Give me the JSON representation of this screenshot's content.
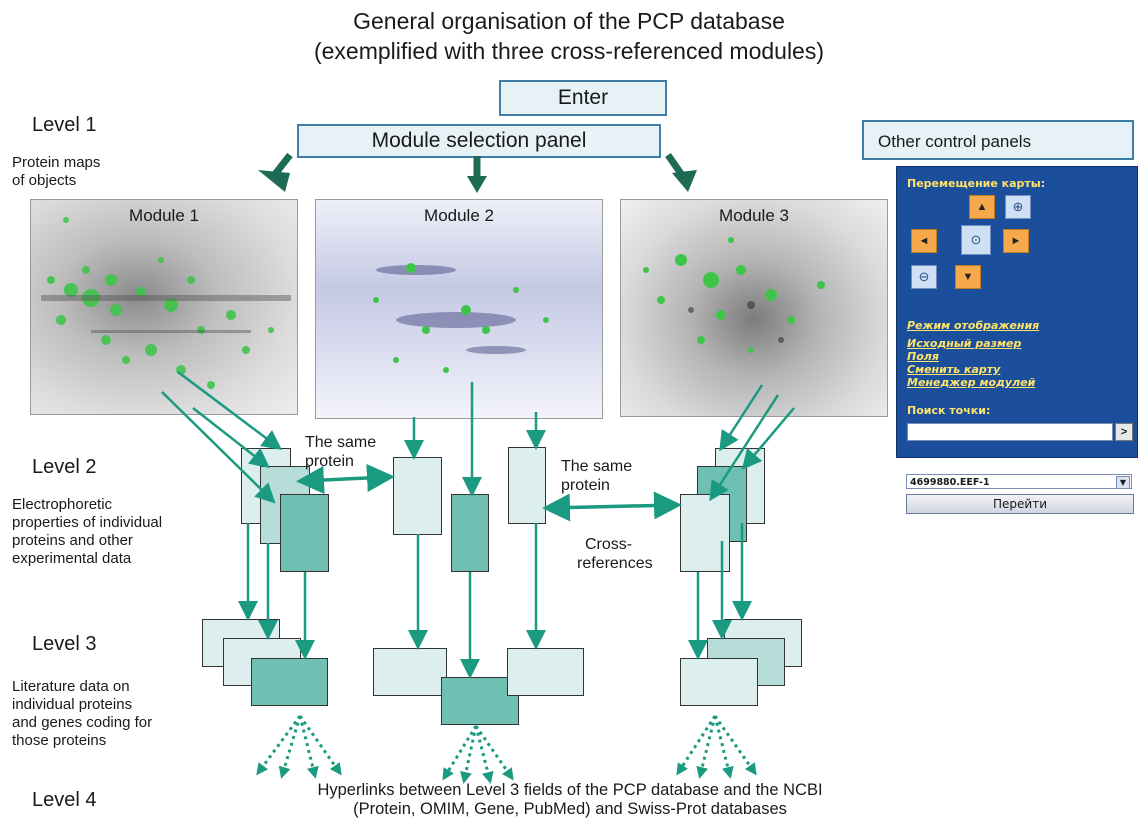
{
  "title": {
    "line1": "General organisation of the PCP database",
    "line2": "(exemplified with three cross-referenced modules)"
  },
  "enter_label": "Enter",
  "module_panel_label": "Module selection panel",
  "other_panels_label": "Other control panels",
  "levels": {
    "l1": "Level 1",
    "l1_desc": [
      "Protein maps",
      "of objects"
    ],
    "l2": "Level 2",
    "l2_desc": [
      "Electrophoretic",
      "properties of individual",
      "proteins and other",
      "experimental data"
    ],
    "l3": "Level 3",
    "l3_desc": [
      "Literature data on",
      "individual proteins",
      "and genes coding for",
      "those proteins"
    ],
    "l4": "Level 4",
    "l4_desc": [
      "Hyperlinks between Level 3 fields of the PCP database and the NCBI",
      "(Protein, OMIM, Gene, PubMed) and Swiss-Prot databases"
    ]
  },
  "modules": [
    "Module 1",
    "Module 2",
    "Module 3"
  ],
  "same_protein_left": [
    "The same",
    "protein"
  ],
  "same_protein_right": [
    "The same",
    "protein"
  ],
  "cross_refs": [
    "Cross-",
    "references"
  ],
  "control_panel": {
    "move_header": "Перемещение карты:",
    "links": [
      "Режим отображения",
      "Исходный размер",
      "Поля",
      "Сменить карту",
      "Менеджер модулей"
    ],
    "search_label": "Поиск точки:",
    "search_go": ">",
    "select_value": "4699880.EEF-1",
    "go_button": "Перейти",
    "icons": {
      "up": "arrow-up-icon",
      "down": "arrow-down-icon",
      "left": "arrow-left-icon",
      "right": "arrow-right-icon",
      "zoom_in": "zoom-in-icon",
      "zoom_out": "zoom-out-icon",
      "center": "center-zoom-icon"
    }
  },
  "colors": {
    "arrow": "#1a9a80",
    "arrow_dark": "#1d6b55",
    "panel_bg": "#1b4f9c",
    "link_yellow": "#ffe36b",
    "nav_orange": "#f5a94a",
    "spot_green": "#3fc44a"
  }
}
